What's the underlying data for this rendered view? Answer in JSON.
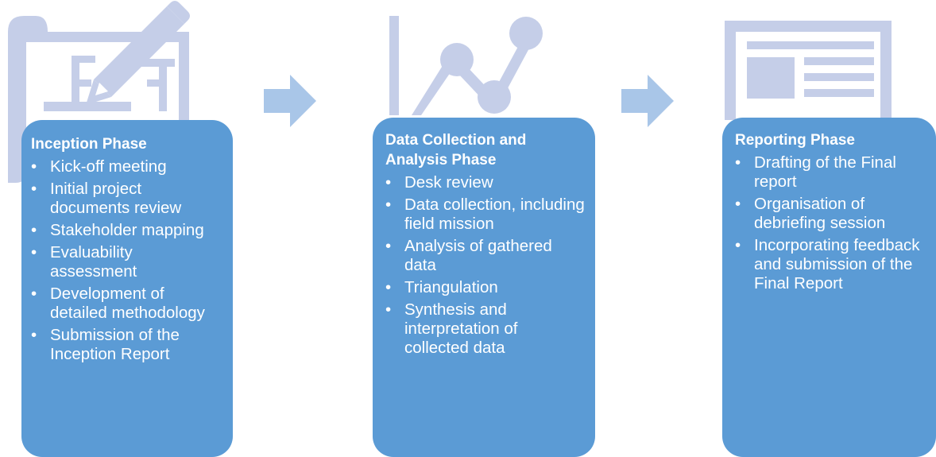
{
  "phases": [
    {
      "title": "Inception Phase",
      "items": [
        "Kick-off meeting",
        "Initial project documents review",
        "Stakeholder mapping",
        "Evaluability assessment",
        "Development of detailed methodology",
        "Submission of the Inception Report"
      ]
    },
    {
      "title": "Data Collection and Analysis Phase",
      "items": [
        "Desk review",
        "Data collection, including field mission",
        "Analysis of gathered data",
        "Triangulation",
        "Synthesis and interpretation of collected data"
      ]
    },
    {
      "title": "Reporting Phase",
      "items": [
        "Drafting of the Final report",
        "Organisation of debriefing session",
        "Incorporating feedback and submission of the Final Report"
      ]
    }
  ],
  "icons": [
    "blueprint-pencil-icon",
    "line-chart-icon",
    "newspaper-icon",
    "arrow-right-icon"
  ],
  "colors": {
    "box": "#5b9bd5",
    "icon": "#c5cee8",
    "arrow": "#a9c6e8",
    "text": "#ffffff"
  }
}
